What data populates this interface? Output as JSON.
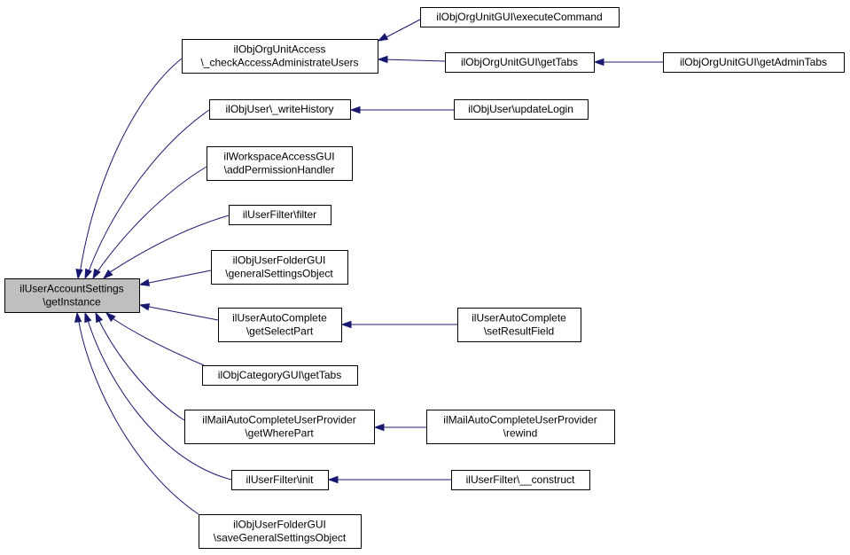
{
  "diagram": {
    "nodes": [
      {
        "id": "root",
        "lines": [
          "ilUserAccountSettings",
          "\\getInstance"
        ]
      },
      {
        "id": "n_check",
        "lines": [
          "ilObjOrgUnitAccess",
          "\\_checkAccessAdministrateUsers"
        ]
      },
      {
        "id": "n_exec",
        "lines": [
          "ilObjOrgUnitGUI\\executeCommand"
        ]
      },
      {
        "id": "n_gettabs",
        "lines": [
          "ilObjOrgUnitGUI\\getTabs"
        ]
      },
      {
        "id": "n_admintabs",
        "lines": [
          "ilObjOrgUnitGUI\\getAdminTabs"
        ]
      },
      {
        "id": "n_history",
        "lines": [
          "ilObjUser\\_writeHistory"
        ]
      },
      {
        "id": "n_login",
        "lines": [
          "ilObjUser\\updateLogin"
        ]
      },
      {
        "id": "n_workspace",
        "lines": [
          "ilWorkspaceAccessGUI",
          "\\addPermissionHandler"
        ]
      },
      {
        "id": "n_filter",
        "lines": [
          "ilUserFilter\\filter"
        ]
      },
      {
        "id": "n_general",
        "lines": [
          "ilObjUserFolderGUI",
          "\\generalSettingsObject"
        ]
      },
      {
        "id": "n_select",
        "lines": [
          "ilUserAutoComplete",
          "\\getSelectPart"
        ]
      },
      {
        "id": "n_result",
        "lines": [
          "ilUserAutoComplete",
          "\\setResultField"
        ]
      },
      {
        "id": "n_cattabs",
        "lines": [
          "ilObjCategoryGUI\\getTabs"
        ]
      },
      {
        "id": "n_where",
        "lines": [
          "ilMailAutoCompleteUserProvider",
          "\\getWherePart"
        ]
      },
      {
        "id": "n_rewind",
        "lines": [
          "ilMailAutoCompleteUserProvider",
          "\\rewind"
        ]
      },
      {
        "id": "n_init",
        "lines": [
          "ilUserFilter\\init"
        ]
      },
      {
        "id": "n_construct",
        "lines": [
          "ilUserFilter\\__construct"
        ]
      },
      {
        "id": "n_save",
        "lines": [
          "ilObjUserFolderGUI",
          "\\saveGeneralSettingsObject"
        ]
      }
    ],
    "edges": [
      {
        "from": "n_check",
        "to": "root"
      },
      {
        "from": "n_history",
        "to": "root"
      },
      {
        "from": "n_workspace",
        "to": "root"
      },
      {
        "from": "n_filter",
        "to": "root"
      },
      {
        "from": "n_general",
        "to": "root"
      },
      {
        "from": "n_select",
        "to": "root"
      },
      {
        "from": "n_cattabs",
        "to": "root"
      },
      {
        "from": "n_where",
        "to": "root"
      },
      {
        "from": "n_init",
        "to": "root"
      },
      {
        "from": "n_save",
        "to": "root"
      },
      {
        "from": "n_exec",
        "to": "n_check"
      },
      {
        "from": "n_gettabs",
        "to": "n_check"
      },
      {
        "from": "n_admintabs",
        "to": "n_gettabs"
      },
      {
        "from": "n_login",
        "to": "n_history"
      },
      {
        "from": "n_result",
        "to": "n_select"
      },
      {
        "from": "n_rewind",
        "to": "n_where"
      },
      {
        "from": "n_construct",
        "to": "n_init"
      }
    ],
    "colors": {
      "edge": "#191970",
      "root_fill": "#bfbfbf",
      "node_fill": "#ffffff",
      "border": "#000000"
    }
  }
}
